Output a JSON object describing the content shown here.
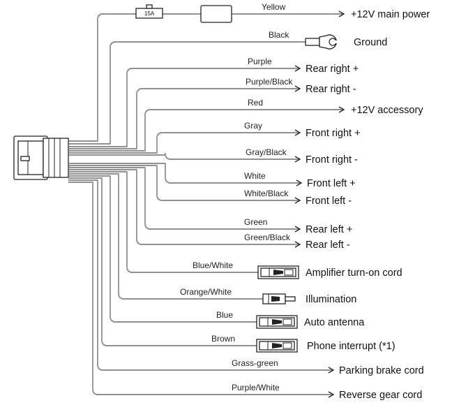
{
  "fuse_label": "15A",
  "wires": [
    {
      "color": "Yellow",
      "function": "+12V main power"
    },
    {
      "color": "Black",
      "function": "Ground"
    },
    {
      "color": "Purple",
      "function": "Rear right +"
    },
    {
      "color": "Purple/Black",
      "function": "Rear right -"
    },
    {
      "color": "Red",
      "function": "+12V accessory"
    },
    {
      "color": "Gray",
      "function": "Front right +"
    },
    {
      "color": "Gray/Black",
      "function": "Front right -"
    },
    {
      "color": "White",
      "function": "Front left +"
    },
    {
      "color": "White/Black",
      "function": "Front left -"
    },
    {
      "color": "Green",
      "function": "Rear left +"
    },
    {
      "color": "Green/Black",
      "function": "Rear left -"
    },
    {
      "color": "Blue/White",
      "function": "Amplifier turn-on cord"
    },
    {
      "color": "Orange/White",
      "function": "Illumination"
    },
    {
      "color": "Blue",
      "function": "Auto antenna"
    },
    {
      "color": "Brown",
      "function": "Phone interrupt (*1)"
    },
    {
      "color": "Grass-green",
      "function": "Parking brake cord"
    },
    {
      "color": "Purple/White",
      "function": "Reverse gear cord"
    }
  ]
}
